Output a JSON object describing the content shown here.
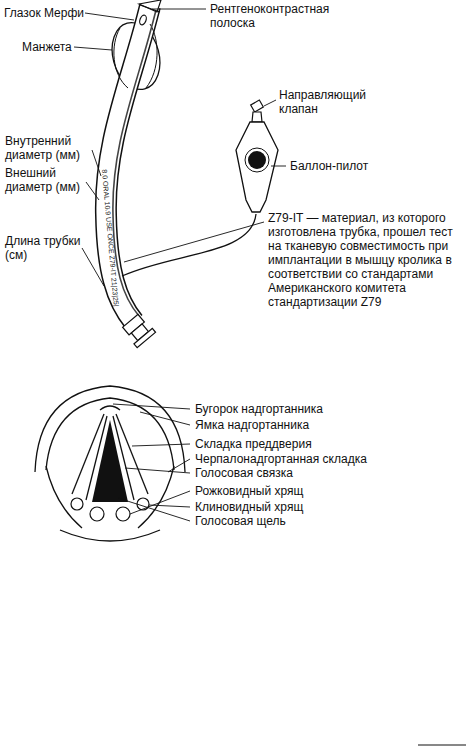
{
  "diagram": {
    "labels": [
      "Глазок Мерфи",
      "Рентгеноконтрастная полоска",
      "Манжета",
      "Направляющий клапан",
      "Баллон-пилот",
      "Внутренний диаметр (мм)",
      "Внешний диаметр (мм)",
      "Z79-IT — материал, из которого изготовлена трубка, прошел тест на тканевую совместимость при имплантации в мышцу кролика в соответствии со стандартами Американского комитета стандартизации Z79",
      "Длина трубки (см)",
      "8.0 ORAL 10.9 USE ONCE Z79-IT 21|23|25|",
      "Бугорок надгортанника",
      "Ямка надгортанника",
      "Складка преддверия",
      "Черпалонадгортанная складка",
      "Голосовая связка",
      "Рожковидный хрящ",
      "Клиновидный хрящ",
      "Голосовая щель"
    ]
  }
}
